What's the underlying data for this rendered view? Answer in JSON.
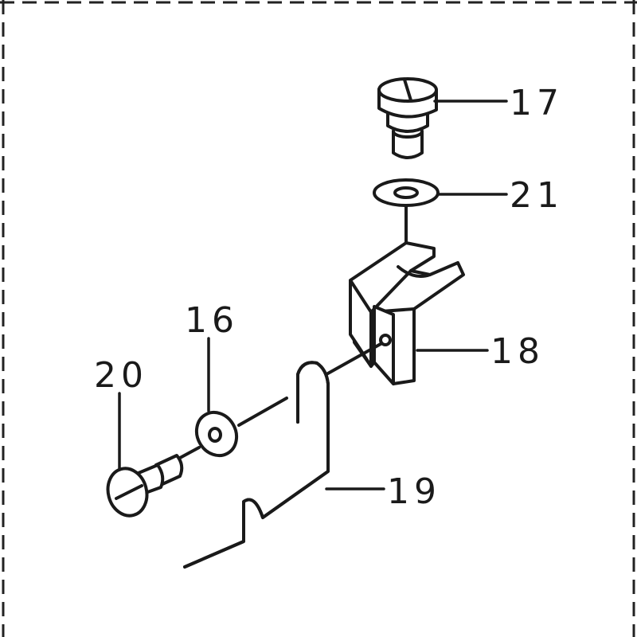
{
  "diagram": {
    "callouts": [
      {
        "id": "17",
        "label": "17",
        "part": "screw"
      },
      {
        "id": "21",
        "label": "21",
        "part": "washer"
      },
      {
        "id": "18",
        "label": "18",
        "part": "bracket"
      },
      {
        "id": "16",
        "label": "16",
        "part": "washer"
      },
      {
        "id": "20",
        "label": "20",
        "part": "screw"
      },
      {
        "id": "19",
        "label": "19",
        "part": "wire guide"
      }
    ]
  }
}
